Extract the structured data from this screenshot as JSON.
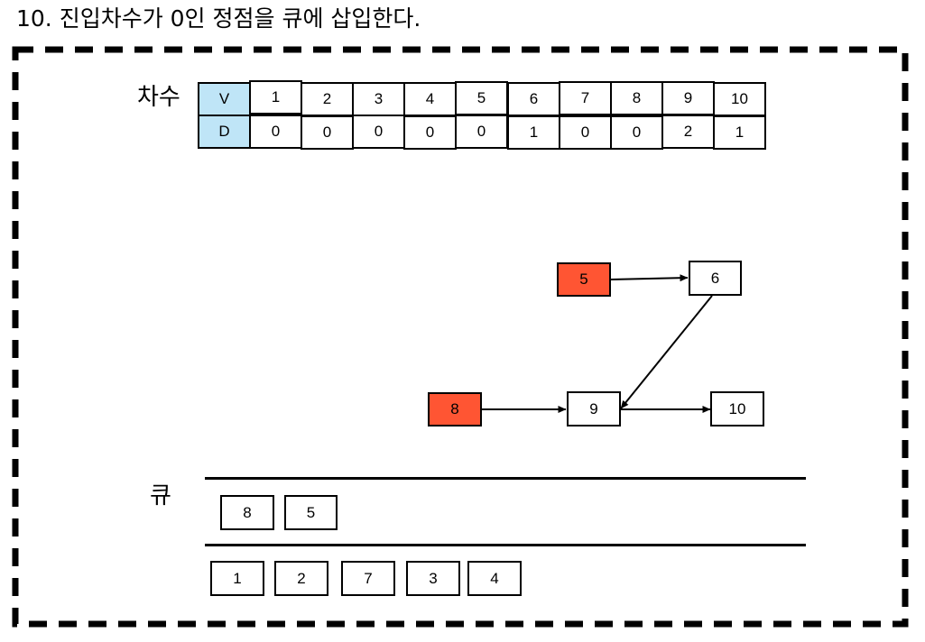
{
  "title": "10. 진입차수가 0인 정점을 큐에 삽입한다.",
  "degree_table": {
    "label": "차수",
    "vertex_header": "V",
    "degree_header": "D",
    "vertices": [
      "1",
      "2",
      "3",
      "4",
      "5",
      "6",
      "7",
      "8",
      "9",
      "10"
    ],
    "degrees": [
      "0",
      "0",
      "0",
      "0",
      "0",
      "1",
      "0",
      "0",
      "2",
      "1"
    ]
  },
  "graph": {
    "nodes": {
      "n5": "5",
      "n6": "6",
      "n8": "8",
      "n9": "9",
      "n10": "10"
    },
    "edges": [
      [
        "5",
        "6"
      ],
      [
        "6",
        "9"
      ],
      [
        "8",
        "9"
      ],
      [
        "9",
        "10"
      ]
    ],
    "highlight_color": "#ff5533"
  },
  "queue": {
    "label": "큐",
    "items": [
      "8",
      "5"
    ]
  },
  "output": {
    "items": [
      "1",
      "2",
      "7",
      "3",
      "4"
    ]
  },
  "colors": {
    "header_fill": "#bfe5f7",
    "highlight": "#ff5533"
  }
}
